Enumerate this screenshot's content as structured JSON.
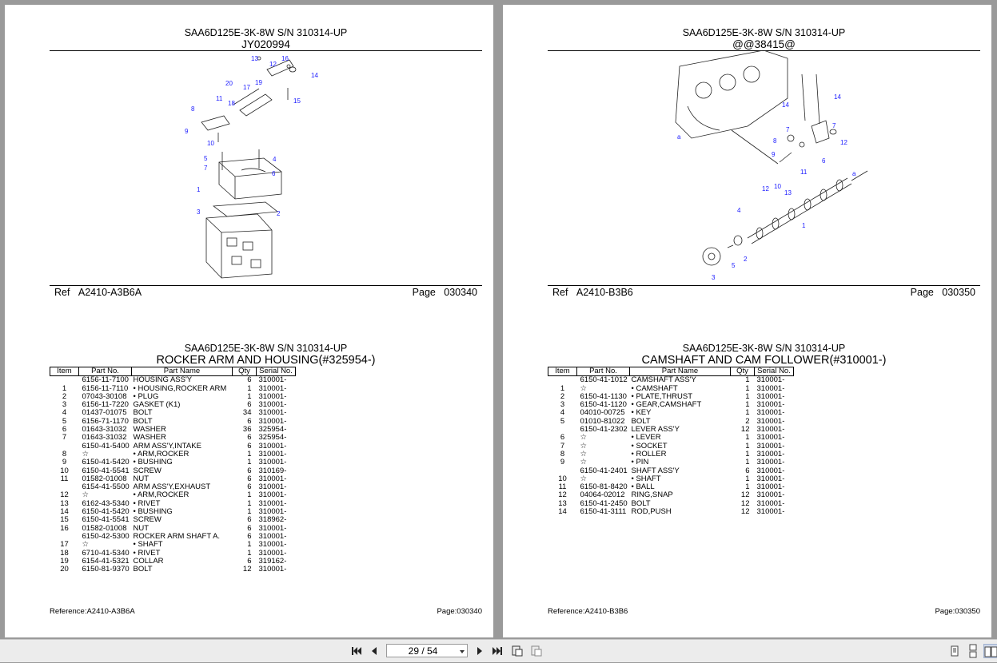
{
  "pages": [
    {
      "model": "SAA6D125E-3K-8W S/N 310314-UP",
      "code": "JY020994",
      "ref_label": "Ref",
      "ref_value": "A2410-A3B6A",
      "page_label": "Page",
      "page_value": "030340",
      "title": "ROCKER ARM AND HOUSING(#325954-)",
      "footer_ref": "Reference:A2410-A3B6A",
      "footer_page": "Page:030340",
      "callouts": [
        "13",
        "16",
        "12",
        "14",
        "20",
        "19",
        "17",
        "11",
        "18",
        "15",
        "8",
        "9",
        "10",
        "5",
        "4",
        "7",
        "6",
        "1",
        "3",
        "2"
      ],
      "columns": [
        "Item",
        "Part No.",
        "Part Name",
        "Qty",
        "Serial No."
      ],
      "rows": [
        [
          "",
          "6156-11-7100",
          "HOUSING ASS'Y",
          "6",
          "310001-"
        ],
        [
          "1",
          "6156-11-7110",
          "• HOUSING,ROCKER ARM",
          "1",
          "310001-"
        ],
        [
          "2",
          "07043-30108",
          "• PLUG",
          "1",
          "310001-"
        ],
        [
          "3",
          "6156-11-7220",
          "GASKET (K1)",
          "6",
          "310001-"
        ],
        [
          "4",
          "01437-01075",
          "BOLT",
          "34",
          "310001-"
        ],
        [
          "5",
          "6156-71-1170",
          "BOLT",
          "6",
          "310001-"
        ],
        [
          "6",
          "01643-31032",
          "WASHER",
          "36",
          "325954-"
        ],
        [
          "7",
          "01643-31032",
          "WASHER",
          "6",
          "325954-"
        ],
        [
          "",
          "6150-41-5400",
          "ARM ASS'Y,INTAKE",
          "6",
          "310001-"
        ],
        [
          "8",
          "☆",
          "• ARM,ROCKER",
          "1",
          "310001-"
        ],
        [
          "9",
          "6150-41-5420",
          "• BUSHING",
          "1",
          "310001-"
        ],
        [
          "10",
          "6150-41-5541",
          "SCREW",
          "6",
          "310169-"
        ],
        [
          "11",
          "01582-01008",
          "NUT",
          "6",
          "310001-"
        ],
        [
          "",
          "6154-41-5500",
          "ARM ASS'Y,EXHAUST",
          "6",
          "310001-"
        ],
        [
          "12",
          "☆",
          "• ARM,ROCKER",
          "1",
          "310001-"
        ],
        [
          "13",
          "6162-43-5340",
          "• RIVET",
          "1",
          "310001-"
        ],
        [
          "14",
          "6150-41-5420",
          "• BUSHING",
          "1",
          "310001-"
        ],
        [
          "15",
          "6150-41-5541",
          "SCREW",
          "6",
          "318962-"
        ],
        [
          "16",
          "01582-01008",
          "NUT",
          "6",
          "310001-"
        ],
        [
          "",
          "6150-42-5300",
          "ROCKER ARM SHAFT A.",
          "6",
          "310001-"
        ],
        [
          "17",
          "☆",
          "• SHAFT",
          "1",
          "310001-"
        ],
        [
          "18",
          "6710-41-5340",
          "• RIVET",
          "1",
          "310001-"
        ],
        [
          "19",
          "6154-41-5321",
          "COLLAR",
          "6",
          "319162-"
        ],
        [
          "20",
          "6150-81-9370",
          "BOLT",
          "12",
          "310001-"
        ]
      ]
    },
    {
      "model": "SAA6D125E-3K-8W S/N 310314-UP",
      "code": "@@38415@",
      "ref_label": "Ref",
      "ref_value": "A2410-B3B6",
      "page_label": "Page",
      "page_value": "030350",
      "title": "CAMSHAFT AND CAM FOLLOWER(#310001-)",
      "footer_ref": "Reference:A2410-B3B6",
      "footer_page": "Page:030350",
      "callouts": [
        "14",
        "14",
        "7",
        "7",
        "8",
        "12",
        "6",
        "9",
        "11",
        "a",
        "10",
        "12",
        "13",
        "a",
        "4",
        "1",
        "2",
        "5",
        "3"
      ],
      "columns": [
        "Item",
        "Part No.",
        "Part Name",
        "Qty",
        "Serial No."
      ],
      "rows": [
        [
          "",
          "6150-41-1012",
          "CAMSHAFT ASS'Y",
          "1",
          "310001-"
        ],
        [
          "1",
          "☆",
          "• CAMSHAFT",
          "1",
          "310001-"
        ],
        [
          "2",
          "6150-41-1130",
          "• PLATE,THRUST",
          "1",
          "310001-"
        ],
        [
          "3",
          "6150-41-1120",
          "• GEAR,CAMSHAFT",
          "1",
          "310001-"
        ],
        [
          "4",
          "04010-00725",
          "• KEY",
          "1",
          "310001-"
        ],
        [
          "5",
          "01010-81022",
          "BOLT",
          "2",
          "310001-"
        ],
        [
          "",
          "6150-41-2302",
          "LEVER ASS'Y",
          "12",
          "310001-"
        ],
        [
          "6",
          "☆",
          "• LEVER",
          "1",
          "310001-"
        ],
        [
          "7",
          "☆",
          "• SOCKET",
          "1",
          "310001-"
        ],
        [
          "8",
          "☆",
          "• ROLLER",
          "1",
          "310001-"
        ],
        [
          "9",
          "☆",
          "• PIN",
          "1",
          "310001-"
        ],
        [
          "",
          "6150-41-2401",
          "SHAFT ASS'Y",
          "6",
          "310001-"
        ],
        [
          "10",
          "☆",
          "• SHAFT",
          "1",
          "310001-"
        ],
        [
          "11",
          "6150-81-8420",
          "• BALL",
          "1",
          "310001-"
        ],
        [
          "12",
          "04064-02012",
          "RING,SNAP",
          "12",
          "310001-"
        ],
        [
          "13",
          "6150-41-2450",
          "BOLT",
          "12",
          "310001-"
        ],
        [
          "14",
          "6150-41-3111",
          "ROD,PUSH",
          "12",
          "310001-"
        ]
      ]
    }
  ],
  "toolbar": {
    "page_indicator": "29 / 54",
    "icons": [
      "first-page-icon",
      "prev-page-icon",
      "next-page-icon",
      "last-page-icon",
      "fit-page-icon",
      "fit-width-icon",
      "single-page-view-icon",
      "continuous-view-icon",
      "facing-view-icon"
    ]
  }
}
